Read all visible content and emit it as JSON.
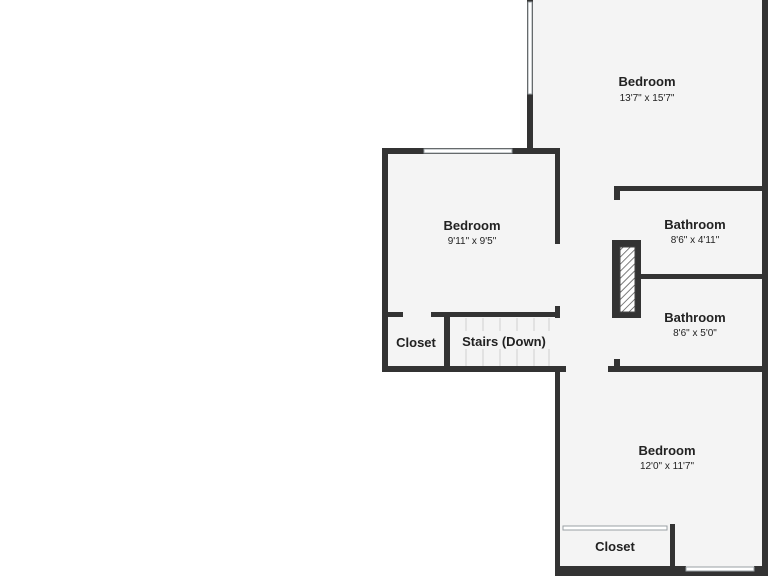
{
  "colors": {
    "wall": "#333333",
    "floor": "#f4f4f4",
    "background": "#ffffff",
    "window": "#cfd3d6",
    "hatch": "#444444"
  },
  "rooms": {
    "bedroom_top": {
      "name": "Bedroom",
      "dims": "13'7\" x 15'7\""
    },
    "bedroom_left": {
      "name": "Bedroom",
      "dims": "9'11\" x 9'5\""
    },
    "bathroom_upper": {
      "name": "Bathroom",
      "dims": "8'6\" x 4'11\""
    },
    "bathroom_lower": {
      "name": "Bathroom",
      "dims": "8'6\" x 5'0\""
    },
    "closet_left": {
      "name": "Closet"
    },
    "stairs": {
      "name": "Stairs (Down)"
    },
    "bedroom_bottom": {
      "name": "Bedroom",
      "dims": "12'0\" x 11'7\""
    },
    "closet_bottom": {
      "name": "Closet"
    }
  }
}
